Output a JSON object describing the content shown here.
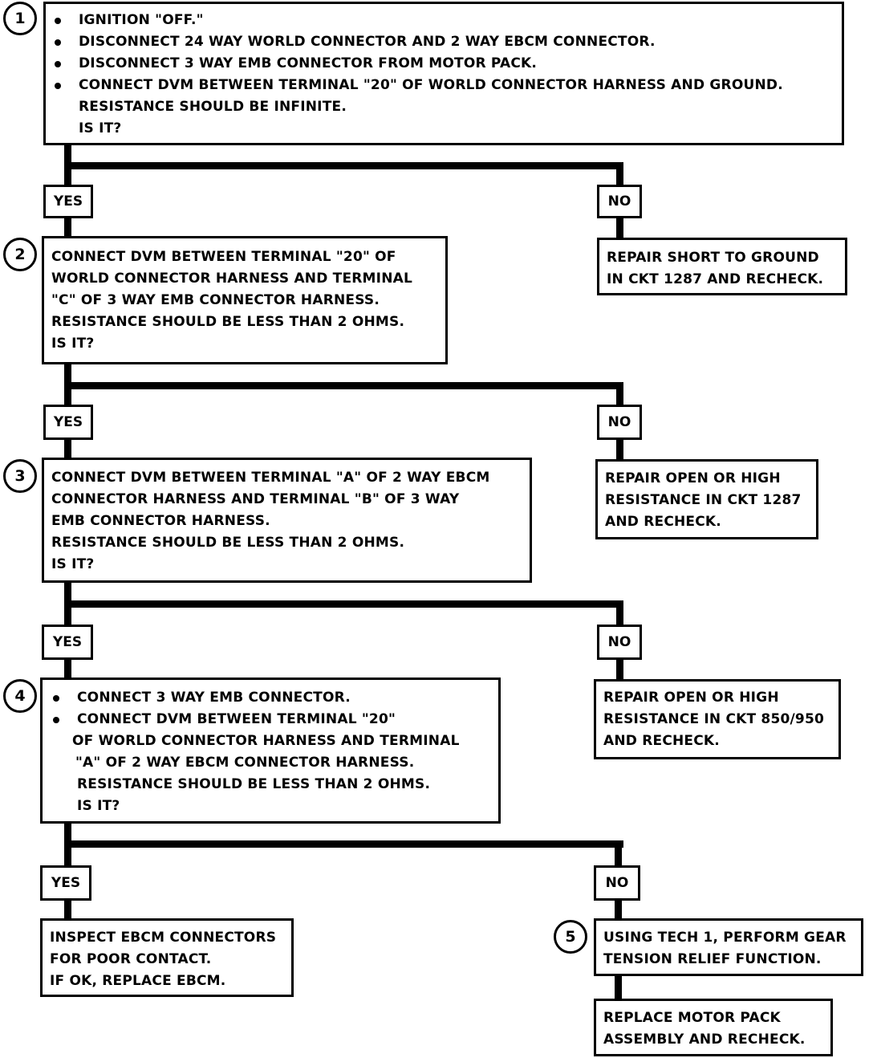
{
  "steps": {
    "s1": {
      "num": "1",
      "lines": [
        "IGNITION \"OFF.\"",
        "DISCONNECT 24 WAY WORLD CONNECTOR AND 2 WAY EBCM CONNECTOR.",
        "DISCONNECT 3 WAY EMB CONNECTOR FROM MOTOR PACK.",
        "CONNECT DVM BETWEEN TERMINAL \"20\" OF WORLD CONNECTOR HARNESS AND GROUND.",
        "RESISTANCE SHOULD BE INFINITE.",
        "IS IT?"
      ]
    },
    "s2": {
      "num": "2",
      "lines": [
        "CONNECT DVM BETWEEN TERMINAL \"20\" OF",
        "WORLD CONNECTOR HARNESS AND TERMINAL",
        "\"C\" OF 3 WAY EMB CONNECTOR HARNESS.",
        "RESISTANCE SHOULD BE LESS THAN 2 OHMS.",
        "IS IT?"
      ]
    },
    "s3": {
      "num": "3",
      "lines": [
        "CONNECT DVM BETWEEN TERMINAL \"A\" OF 2 WAY EBCM",
        "CONNECTOR HARNESS AND TERMINAL \"B\" OF 3 WAY",
        "EMB CONNECTOR HARNESS.",
        "RESISTANCE SHOULD BE LESS THAN 2 OHMS.",
        "IS IT?"
      ]
    },
    "s4": {
      "num": "4",
      "lines": [
        "CONNECT 3 WAY EMB CONNECTOR.",
        "CONNECT DVM BETWEEN TERMINAL \"20\"",
        "OF WORLD CONNECTOR HARNESS AND TERMINAL",
        "\"A\" OF 2 WAY EBCM CONNECTOR HARNESS.",
        "RESISTANCE SHOULD BE LESS THAN 2 OHMS.",
        "IS IT?"
      ]
    },
    "s5": {
      "num": "5",
      "lines": [
        "USING TECH 1, PERFORM GEAR",
        "TENSION RELIEF FUNCTION."
      ]
    }
  },
  "outcomes": {
    "no1": [
      "REPAIR SHORT TO GROUND",
      "IN CKT 1287 AND RECHECK."
    ],
    "no2": [
      "REPAIR OPEN OR HIGH",
      "RESISTANCE IN CKT 1287",
      "AND RECHECK."
    ],
    "no3": [
      "REPAIR OPEN OR HIGH",
      "RESISTANCE IN CKT 850/950",
      "AND RECHECK."
    ],
    "yes4": [
      "INSPECT EBCM CONNECTORS",
      "FOR POOR CONTACT.",
      "IF OK, REPLACE EBCM."
    ],
    "final": [
      "REPLACE MOTOR PACK",
      "ASSEMBLY AND RECHECK."
    ]
  },
  "labels": {
    "yes": "YES",
    "no": "NO"
  }
}
